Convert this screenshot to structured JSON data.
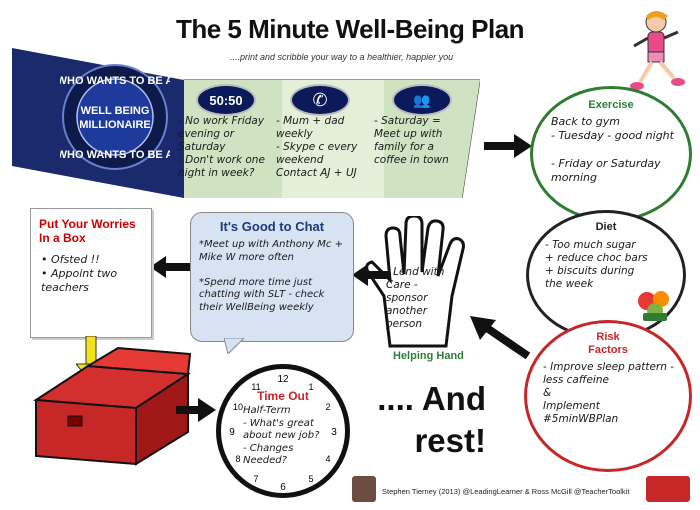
{
  "header": {
    "title": "The 5 Minute Well-Being Plan",
    "subtitle": "....print and scribble your way to a healthier, happier you"
  },
  "millionaire": {
    "logo_top": "WHO WANTS TO BE A",
    "logo_main_1": "WELL BEING",
    "logo_main_2": "MILLIONAIRE",
    "logo_bottom": "WHO WANTS TO BE A",
    "lifelines": [
      {
        "icon": "fifty-fifty",
        "label": "50:50",
        "note": "- No work Friday evening or Saturday\n- Don't work one night in week?"
      },
      {
        "icon": "phone-icon",
        "label": "",
        "note": "- Mum + dad weekly\n- Skype c every weekend\nContact AJ + UJ"
      },
      {
        "icon": "audience-icon",
        "label": "",
        "note": "- Saturday = Meet up with family for a coffee in town"
      }
    ]
  },
  "exercise": {
    "title": "Exercise",
    "note": "Back to gym\n- Tuesday - good night\n\n- Friday or Saturday morning"
  },
  "diet": {
    "title": "Diet",
    "note": "- Too much sugar\n  + reduce choc bars + biscuits during the week"
  },
  "risk": {
    "title": "Risk\nFactors",
    "note": "- Improve sleep pattern - less caffeine\n&\nImplement #5minWBPlan"
  },
  "worries": {
    "title": "Put Your Worries\nIn a Box",
    "note": "• Ofsted !!\n• Appoint two teachers"
  },
  "chat": {
    "title": "It's Good to Chat",
    "note": "*Meet up with Anthony Mc + Mike W more often\n\n*Spend more time just chatting with SLT - check their WellBeing weekly"
  },
  "hand": {
    "label": "Helping Hand",
    "note": "- Lend with Care - sponsor another person"
  },
  "timeout": {
    "title": "Time Out",
    "note": "Half-Term\n- What's great about new job?\n- Changes Needed?"
  },
  "closing": {
    "line1": ".... And",
    "line2": "rest!"
  },
  "credit": "Stephen Tierney (2013) @LeadingLearner & Ross McGill @TeacherToolkit",
  "colors": {
    "exercise": "#2e7d32",
    "diet": "#222222",
    "risk": "#c62828",
    "red": "#cc0000",
    "blue_banner": "#1a2a6c"
  }
}
